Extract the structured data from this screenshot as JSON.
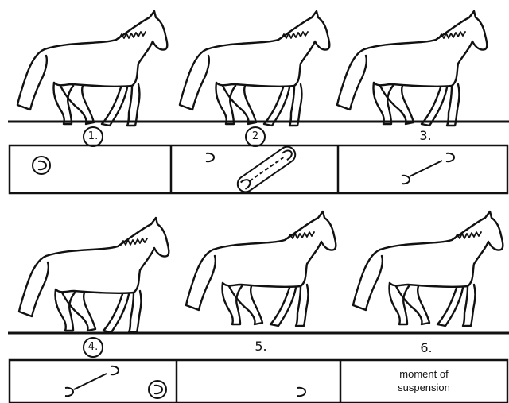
{
  "title": "",
  "rows": [
    {
      "row_id": "top",
      "frames": [
        {
          "number": "1.",
          "circled": true
        },
        {
          "number": "2",
          "circled": true
        },
        {
          "number": "3.",
          "circled": false
        }
      ]
    },
    {
      "row_id": "bottom",
      "frames": [
        {
          "number": "4.",
          "circled": true
        },
        {
          "number": "5.",
          "circled": false
        },
        {
          "number": "6.",
          "circled": false
        }
      ]
    }
  ],
  "captions": {
    "frame6": [
      "moment of",
      "suspension"
    ]
  },
  "colors": {
    "ink": "#111111",
    "paper": "#ffffff"
  }
}
